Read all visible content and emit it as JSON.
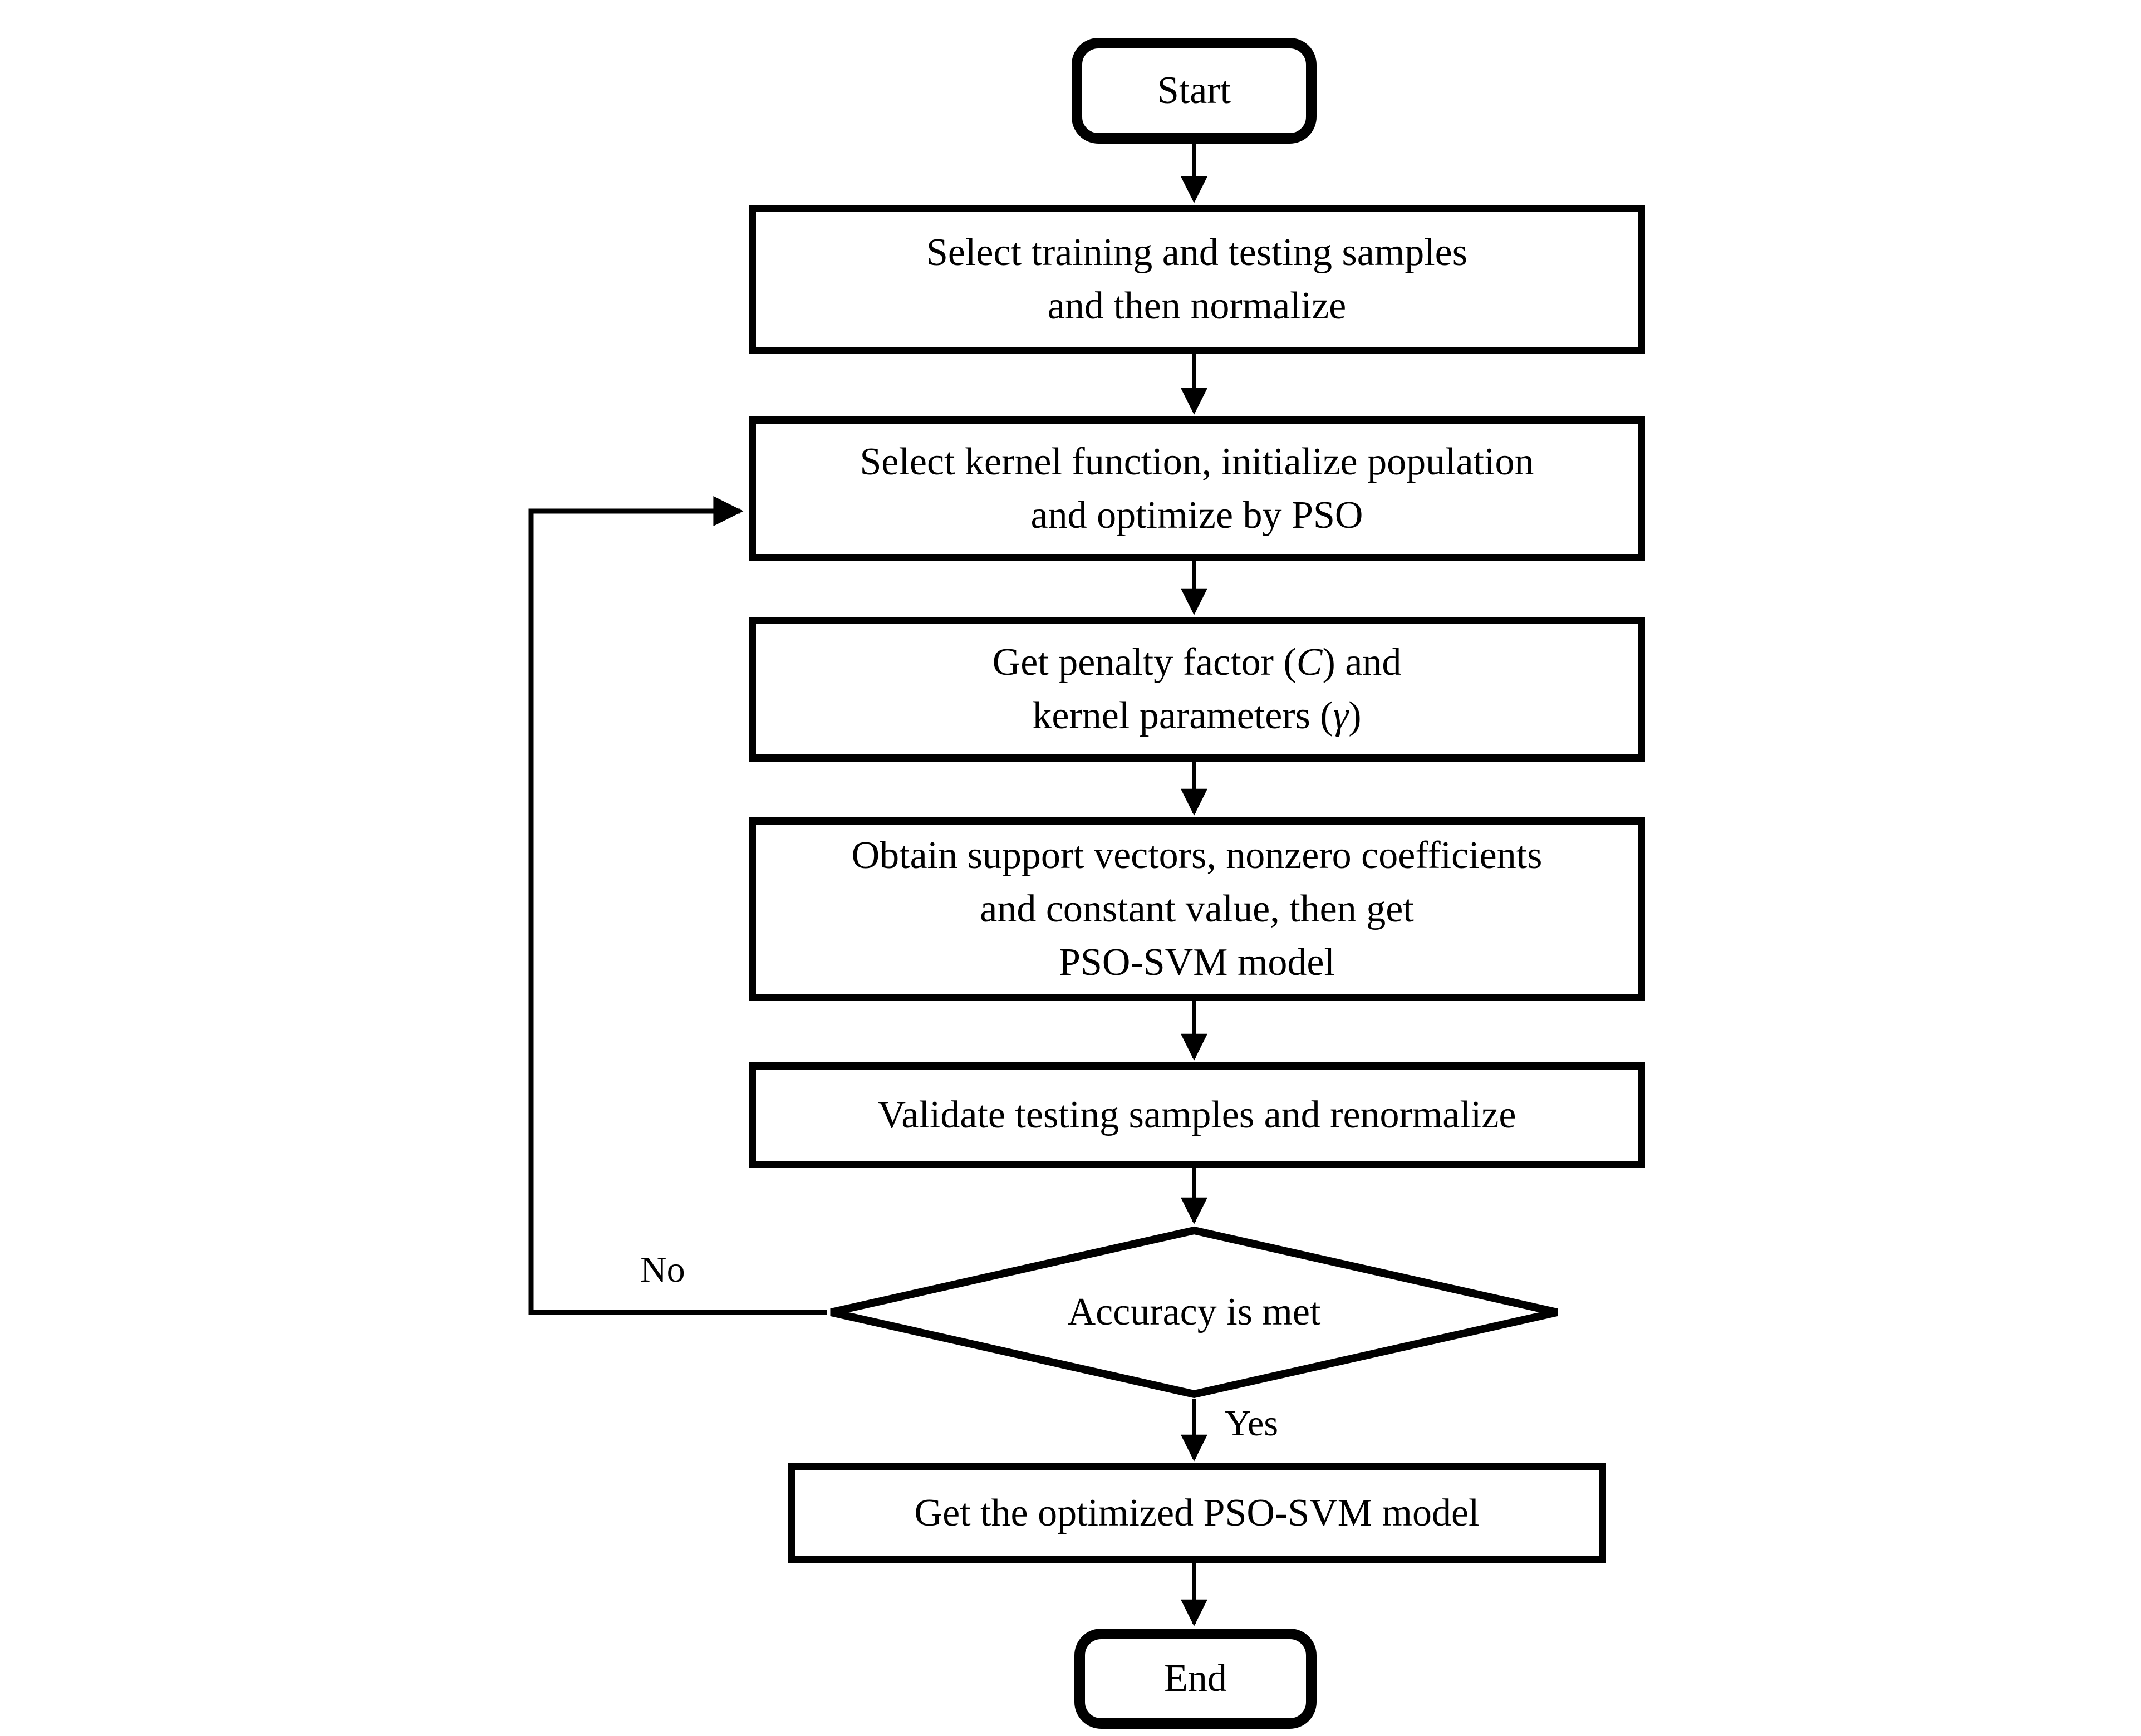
{
  "diagram": {
    "background": "#ffffff",
    "stroke_color": "#000000",
    "nodes": {
      "start": {
        "label": "Start"
      },
      "select_samples": {
        "lines": [
          "Select training and testing samples",
          "and then normalize"
        ]
      },
      "select_kernel": {
        "lines": [
          "Select kernel function, initialize population",
          "and optimize by PSO"
        ]
      },
      "get_penalty": {
        "line1": {
          "pre": "Get penalty factor (",
          "var": "C",
          "post": ") and"
        },
        "line2": {
          "pre": "kernel parameters (",
          "var": "γ",
          "post": ")"
        }
      },
      "obtain_model": {
        "lines": [
          "Obtain support vectors, nonzero coefficients",
          "and constant value, then get",
          "PSO-SVM model"
        ]
      },
      "validate": {
        "label": "Validate testing samples and renormalize"
      },
      "accuracy_decision": {
        "label": "Accuracy is met"
      },
      "optimized_model": {
        "label": "Get the optimized PSO-SVM model"
      },
      "end": {
        "label": "End"
      }
    },
    "edge_labels": {
      "yes": "Yes",
      "no": "No"
    }
  }
}
